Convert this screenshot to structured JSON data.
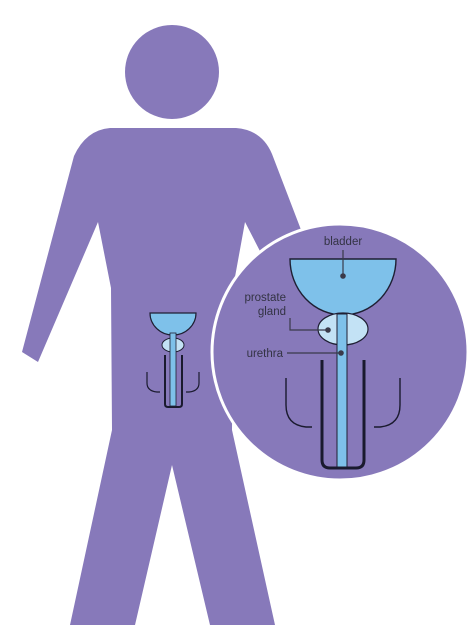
{
  "labels": {
    "bladder": "bladder",
    "prostate_line1": "prostate",
    "prostate_line2": "gland",
    "urethra": "urethra"
  },
  "colors": {
    "body": "#8779ba",
    "bladder": "#7ec1ea",
    "prostate": "#c3e2f5",
    "urethra": "#7ec1ea",
    "outline": "#1f1f33",
    "penis_outline": "#1a1a2e",
    "leader_line": "#3a3a4a",
    "magnifier_border": "#ffffff"
  },
  "icons": [
    "human-figure-icon",
    "magnifier-circle-icon"
  ]
}
